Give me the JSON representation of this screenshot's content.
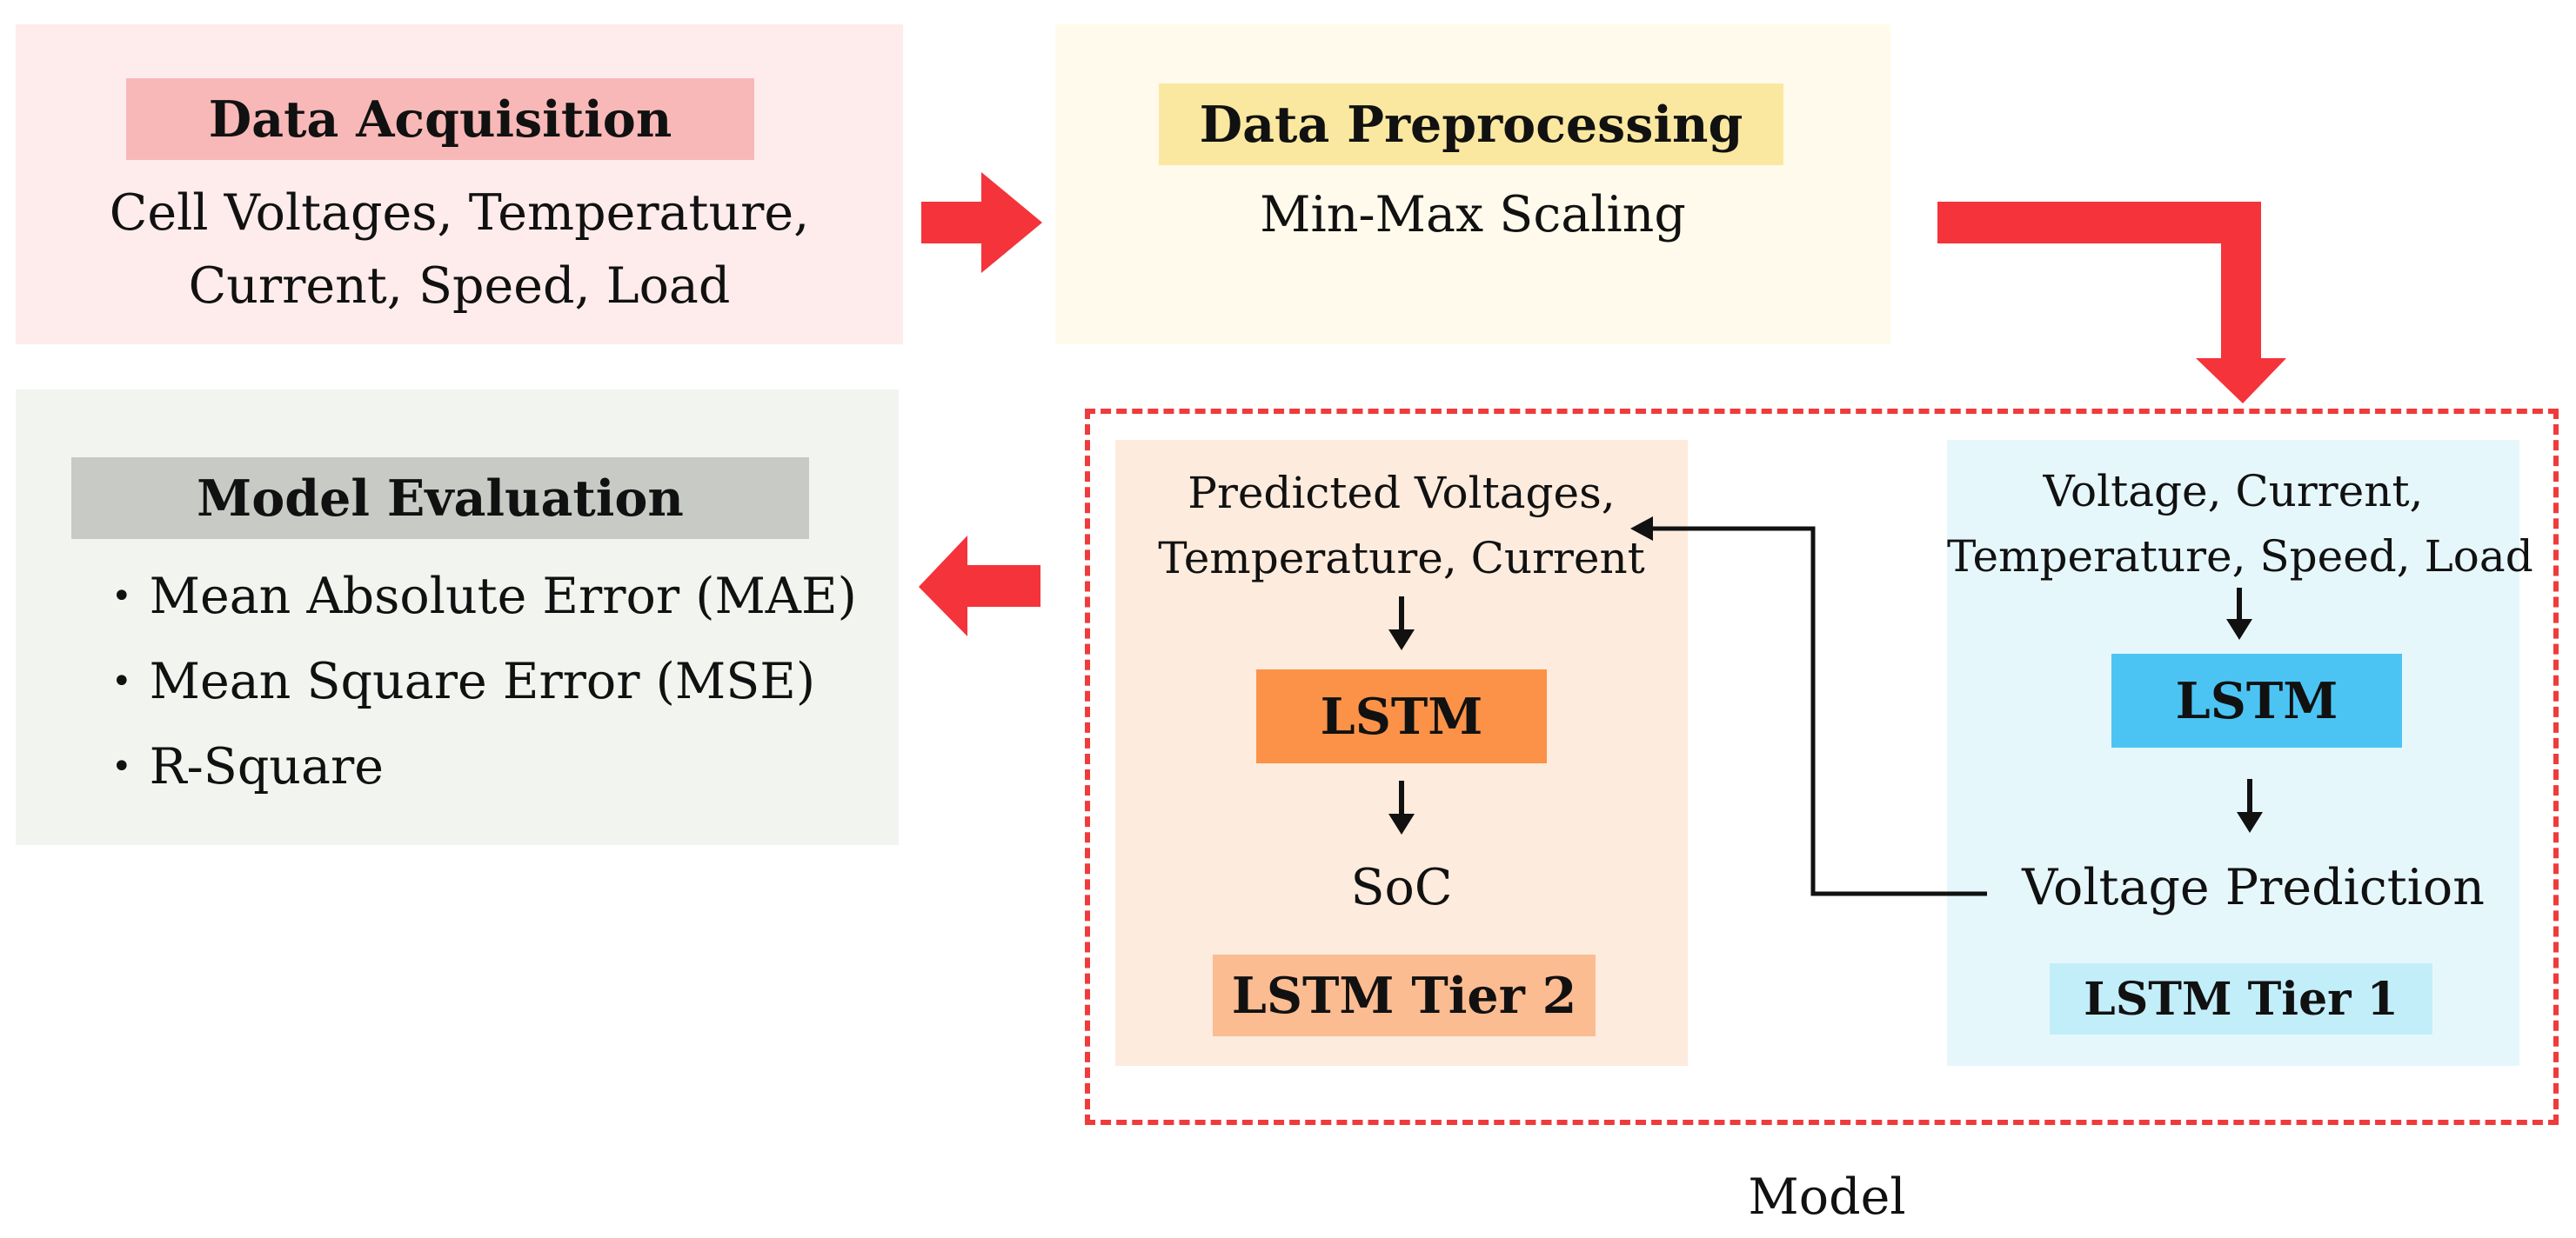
{
  "acquisition": {
    "title": "Data Acquisition",
    "line1": "Cell Voltages, Temperature,",
    "line2": "Current, Speed, Load"
  },
  "preprocessing": {
    "title": "Data Preprocessing",
    "text": "Min-Max Scaling"
  },
  "evaluation": {
    "title": "Model Evaluation",
    "items": [
      "Mean Absolute Error (MAE)",
      "Mean Square Error (MSE)",
      "R-Square"
    ]
  },
  "tier2": {
    "input_line1": "Predicted Voltages,",
    "input_line2": "Temperature, Current",
    "lstm_label": "LSTM",
    "output": "SoC",
    "tier_label": "LSTM Tier 2"
  },
  "tier1": {
    "input_line1": "Voltage, Current,",
    "input_line2": "Temperature, Speed, Load",
    "lstm_label": "LSTM",
    "output": "Voltage Prediction",
    "tier_label": "LSTM Tier 1"
  },
  "model_label": "Model",
  "colors": {
    "acquisition_bg": "#fdeceb",
    "acquisition_title": "#f9b8b8",
    "preprocessing_bg": "#fffaeb",
    "preprocessing_title": "#fbe8a0",
    "evaluation_bg": "#f2f4f0",
    "evaluation_title": "#c8cac6",
    "tier2_bg": "#fdebdd",
    "tier2_lstm": "#fb9247",
    "tier2_label": "#fbbc91",
    "tier1_bg": "#e6f7fc",
    "tier1_lstm": "#4cc4f3",
    "tier1_label": "#c2eefa",
    "red_arrow": "#f4333a",
    "dashed_border": "#ef3b3b"
  }
}
